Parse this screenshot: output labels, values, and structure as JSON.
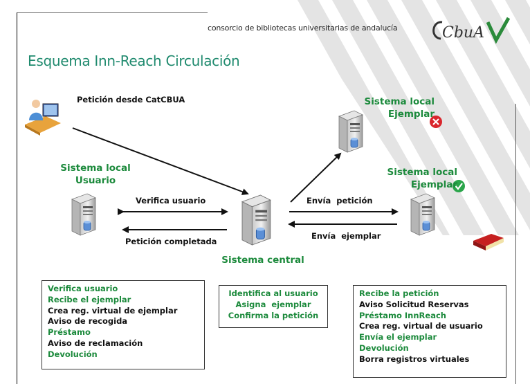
{
  "header": {
    "text": "consorcio de bibliotecas universitarias de andalucía",
    "logo_text": "CbuA"
  },
  "title": "Esquema Inn-Reach Circulación",
  "nodes": {
    "peticion_catcbua": "Petición desde CatCBUA",
    "sistema_local_usuario_l1": "Sistema local",
    "sistema_local_usuario_l2": "Usuario",
    "sistema_central": "Sistema central",
    "sistema_local_ejemplar_top_l1": "Sistema local",
    "sistema_local_ejemplar_top_l2": "Ejemplar",
    "sistema_local_ejemplar_bottom_l1": "Sistema local",
    "sistema_local_ejemplar_bottom_l2": "Ejemplar"
  },
  "arrows": {
    "verifica_usuario": "Verifica usuario",
    "peticion_completada": "Petición completada",
    "envia_peticion": "Envía  petición",
    "envia_ejemplar": "Envía  ejemplar"
  },
  "boxes": {
    "left": [
      {
        "text": "Verifica usuario",
        "color": "green"
      },
      {
        "text": "Recibe el ejemplar",
        "color": "green"
      },
      {
        "text": "Crea reg. virtual de ejemplar",
        "color": "black"
      },
      {
        "text": "Aviso de recogida",
        "color": "black"
      },
      {
        "text": "Préstamo",
        "color": "green"
      },
      {
        "text": "Aviso de reclamación",
        "color": "black"
      },
      {
        "text": "Devolución",
        "color": "green"
      }
    ],
    "center": [
      {
        "text": "Identifica al usuario",
        "color": "green"
      },
      {
        "text": "Asigna  ejemplar",
        "color": "green"
      },
      {
        "text": "Confirma la petición",
        "color": "green"
      }
    ],
    "right": [
      {
        "text": "Recibe la petición",
        "color": "green"
      },
      {
        "text": "Aviso Solicitud Reservas",
        "color": "black"
      },
      {
        "text": "Préstamo InnReach",
        "color": "green"
      },
      {
        "text": "Crea reg. virtual de usuario",
        "color": "black"
      },
      {
        "text": "Envía el ejemplar",
        "color": "green"
      },
      {
        "text": "Devolución",
        "color": "green"
      },
      {
        "text": "Borra registros virtuales",
        "color": "black"
      }
    ]
  },
  "colors": {
    "title_green": "#1f8a6e",
    "label_green": "#1c8a3c",
    "stripe_gray": "#e4e4e4",
    "error_red": "#d9262c",
    "ok_green": "#2aa54a"
  },
  "icons": {
    "user": "user-at-computer-icon",
    "server": "server-icon",
    "error": "x-circle-icon",
    "ok": "check-circle-icon",
    "book": "book-icon"
  }
}
